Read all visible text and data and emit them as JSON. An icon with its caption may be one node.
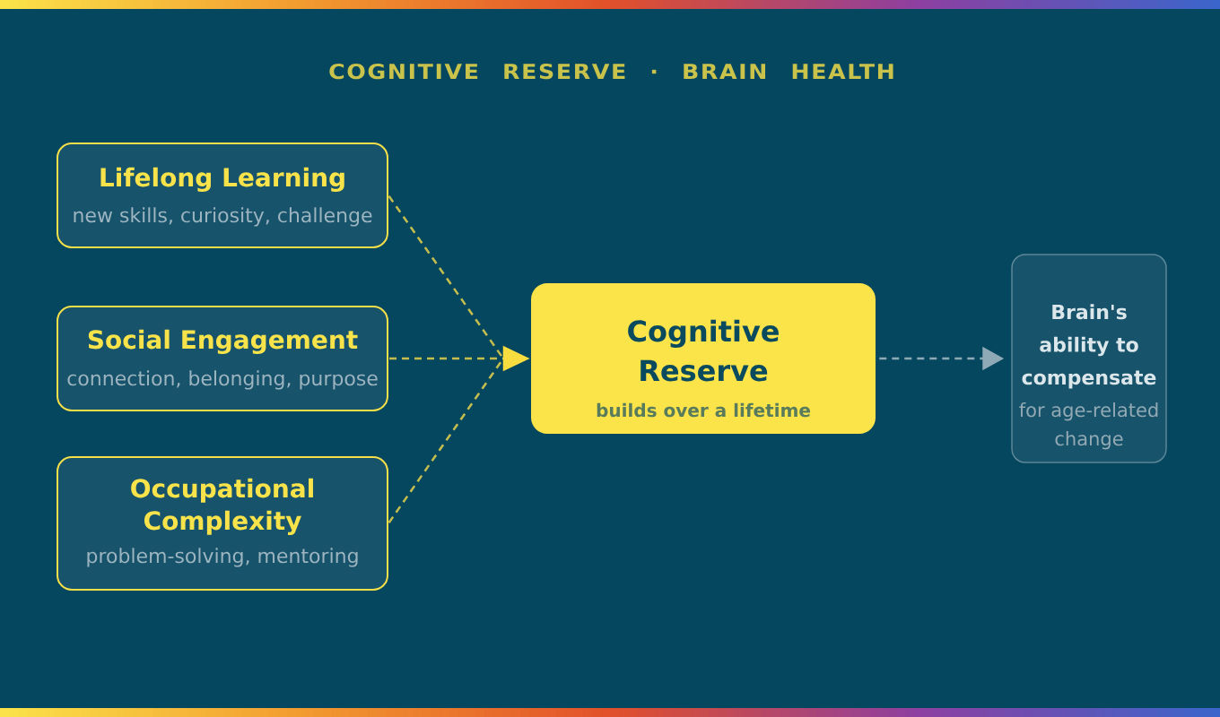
{
  "diagram": {
    "title": "COGNITIVE RESERVE · BRAIN HEALTH",
    "nodes": [
      {
        "text": [
          "Lifelong Learning",
          "new skills, curiosity, challenge"
        ]
      },
      {
        "text": [
          "Social Engagement",
          "connection, belonging, purpose"
        ]
      },
      {
        "text": [
          "Occupational Complexity",
          "problem-solving, mentoring"
        ]
      },
      {
        "text": [
          "Cognitive Reserve",
          "builds over a lifetime"
        ]
      },
      {
        "text": [
          "Brain's ability to compensate",
          "for age-related change"
        ]
      }
    ],
    "edges": [
      {
        "from": 0,
        "to": 3,
        "arrow": "to",
        "style": "dashed"
      },
      {
        "from": 1,
        "to": 3,
        "arrow": "to",
        "style": "dashed"
      },
      {
        "from": 2,
        "to": 3,
        "arrow": "to",
        "style": "dashed"
      },
      {
        "from": 3,
        "to": 4,
        "arrow": "to",
        "style": "dashed",
        "color": "#8eaab6"
      }
    ]
  }
}
